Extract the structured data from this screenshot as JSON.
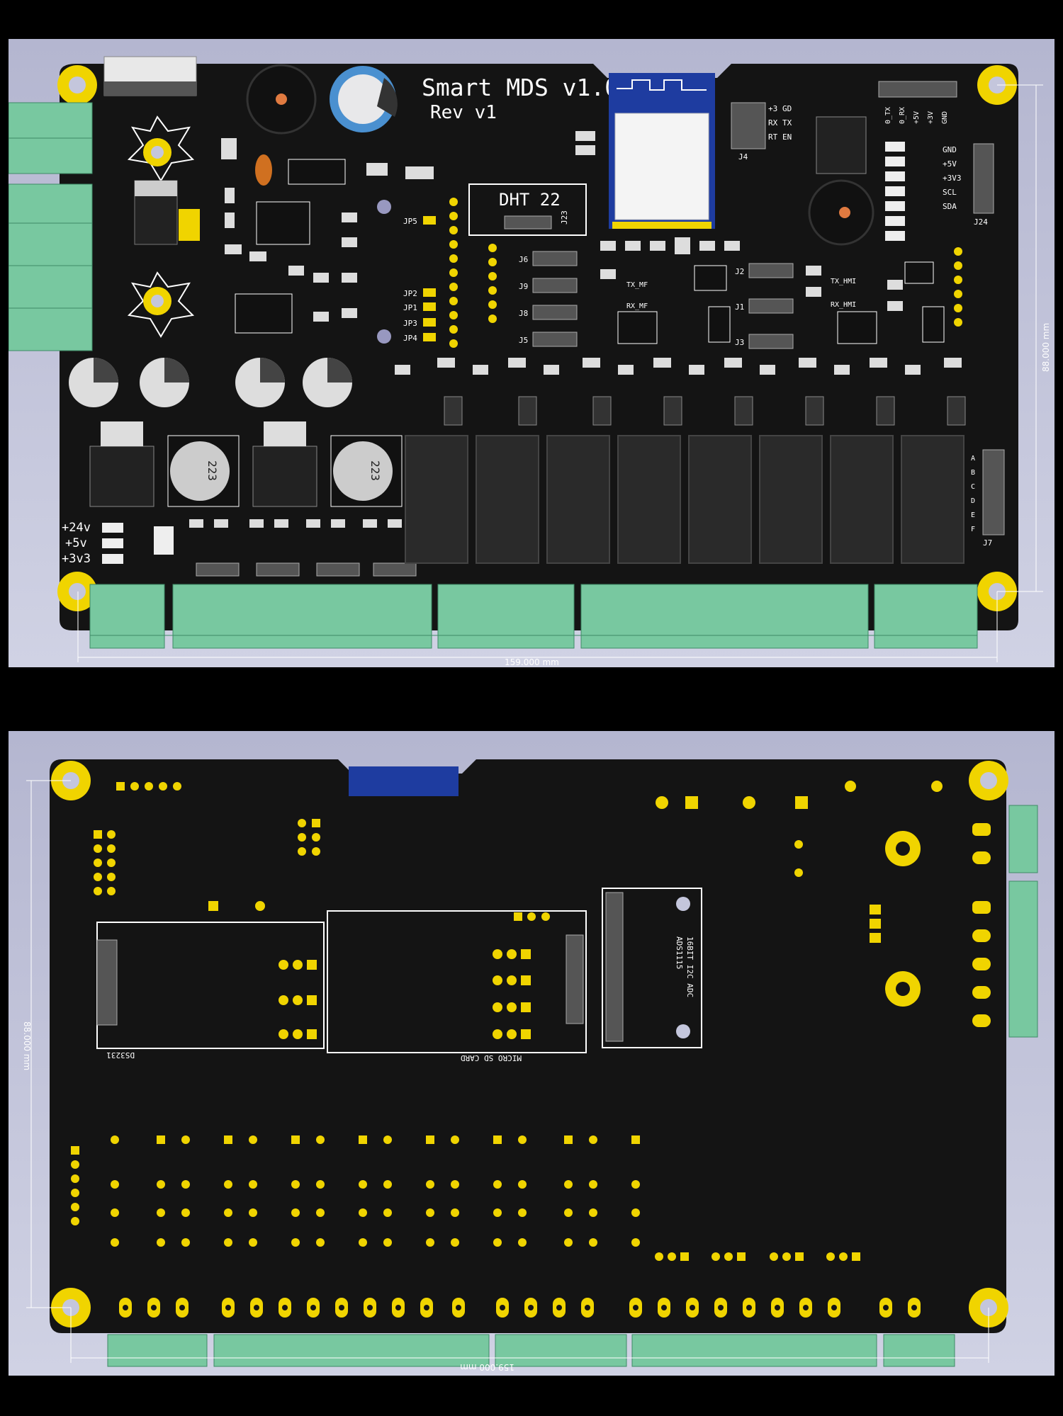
{
  "top_view": {
    "board_title": "Smart MDS v1.0",
    "board_rev": "Rev v1",
    "dht_label": "DHT 22",
    "dim_width": "159.000 mm",
    "dim_height": "88.000 mm",
    "power_labels": [
      "+24v",
      "+5v",
      "+3v3"
    ],
    "i2c_labels": [
      "GND",
      "+5V",
      "+3V3",
      "SCL",
      "SDA"
    ],
    "header_top_labels": [
      "0_TX",
      "0_RX",
      "+5V",
      "+3V",
      "GND"
    ],
    "j4_labels": [
      "+3",
      "GD",
      "RX",
      "TX",
      "RT",
      "EN"
    ],
    "j7_labels": [
      "A",
      "B",
      "C",
      "D",
      "E",
      "F"
    ],
    "jumper_labels": [
      "JP5",
      "JP2",
      "JP1",
      "JP3",
      "JP4"
    ],
    "j_labels": [
      "J6",
      "J9",
      "J8",
      "J5",
      "J2",
      "J1",
      "J3",
      "J4",
      "J7",
      "J24",
      "J23"
    ],
    "signal_labels": [
      "TX_MF",
      "RX_MF",
      "TX_HMI",
      "RX_HMI"
    ],
    "inductor_marks": [
      "223",
      "223"
    ]
  },
  "bottom_view": {
    "rtc_label": "DS3231",
    "sd_label": "MICRO SD CARD",
    "adc_label_1": "16BIT I2C ADC",
    "adc_label_2": "ADS1115",
    "dim_width": "159.000 mm",
    "dim_height": "88.000 mm"
  },
  "colors": {
    "background": "#000000",
    "viewer_bg": "#c4c6dc",
    "pcb": "#141414",
    "pad_gold": "#f0d400",
    "terminal_green": "#78c8a0",
    "module_blue": "#1e3ca0",
    "silkscreen": "#ffffff"
  }
}
